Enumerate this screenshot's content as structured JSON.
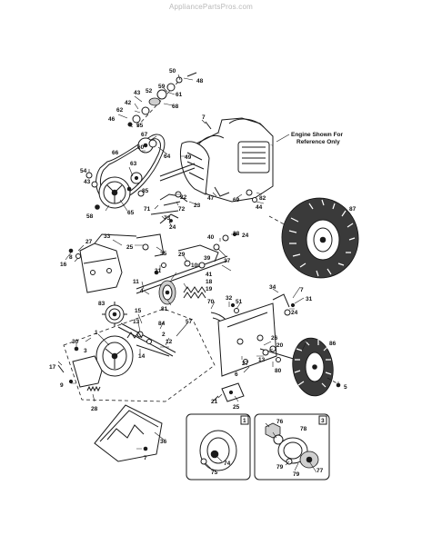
{
  "watermark": "AppliancePartsPros.com",
  "engine_note": [
    "Engine Shown For",
    "Reference Only"
  ],
  "inset_labels": [
    "1",
    "3"
  ],
  "callouts": [
    {
      "id": "c50",
      "label": "50"
    },
    {
      "id": "c48",
      "label": "48"
    },
    {
      "id": "c59",
      "label": "59"
    },
    {
      "id": "c61",
      "label": "61"
    },
    {
      "id": "c68",
      "label": "68"
    },
    {
      "id": "c43a",
      "label": "43"
    },
    {
      "id": "c52",
      "label": "52"
    },
    {
      "id": "c42",
      "label": "42"
    },
    {
      "id": "c62",
      "label": "62"
    },
    {
      "id": "c46",
      "label": "46"
    },
    {
      "id": "c55",
      "label": "55"
    },
    {
      "id": "c7a",
      "label": "7"
    },
    {
      "id": "c67",
      "label": "67"
    },
    {
      "id": "c60",
      "label": "60"
    },
    {
      "id": "c66",
      "label": "66"
    },
    {
      "id": "c64",
      "label": "64"
    },
    {
      "id": "c49",
      "label": "49"
    },
    {
      "id": "c54",
      "label": "54"
    },
    {
      "id": "c43b",
      "label": "43"
    },
    {
      "id": "c63",
      "label": "63"
    },
    {
      "id": "c85",
      "label": "85"
    },
    {
      "id": "c58",
      "label": "58"
    },
    {
      "id": "c65",
      "label": "65"
    },
    {
      "id": "c22",
      "label": "22"
    },
    {
      "id": "c47",
      "label": "47"
    },
    {
      "id": "c69",
      "label": "69"
    },
    {
      "id": "c82",
      "label": "82"
    },
    {
      "id": "c44",
      "label": "44"
    },
    {
      "id": "c71",
      "label": "71"
    },
    {
      "id": "c72",
      "label": "72"
    },
    {
      "id": "c23",
      "label": "23"
    },
    {
      "id": "c73",
      "label": "73"
    },
    {
      "id": "c24a",
      "label": "24"
    },
    {
      "id": "c87",
      "label": "87"
    },
    {
      "id": "c33",
      "label": "33"
    },
    {
      "id": "c27a",
      "label": "27"
    },
    {
      "id": "c25a",
      "label": "25"
    },
    {
      "id": "c35",
      "label": "35"
    },
    {
      "id": "c38",
      "label": "38"
    },
    {
      "id": "c24b",
      "label": "24"
    },
    {
      "id": "c40",
      "label": "40"
    },
    {
      "id": "c8",
      "label": "8"
    },
    {
      "id": "c16",
      "label": "16"
    },
    {
      "id": "c29",
      "label": "29"
    },
    {
      "id": "c10",
      "label": "10"
    },
    {
      "id": "c37",
      "label": "37"
    },
    {
      "id": "c39",
      "label": "39"
    },
    {
      "id": "c21",
      "label": "21"
    },
    {
      "id": "c41",
      "label": "41"
    },
    {
      "id": "c18",
      "label": "18"
    },
    {
      "id": "c19",
      "label": "19"
    },
    {
      "id": "c11",
      "label": "11"
    },
    {
      "id": "c4",
      "label": "4"
    },
    {
      "id": "c83",
      "label": "83"
    },
    {
      "id": "c81",
      "label": "81"
    },
    {
      "id": "c70",
      "label": "70"
    },
    {
      "id": "c32",
      "label": "32"
    },
    {
      "id": "c51",
      "label": "51"
    },
    {
      "id": "c34",
      "label": "34"
    },
    {
      "id": "c7b",
      "label": "7"
    },
    {
      "id": "c31",
      "label": "31"
    },
    {
      "id": "c24c",
      "label": "24"
    },
    {
      "id": "c15",
      "label": "15"
    },
    {
      "id": "c13a",
      "label": "13"
    },
    {
      "id": "c84",
      "label": "84"
    },
    {
      "id": "c57",
      "label": "57"
    },
    {
      "id": "c2",
      "label": "2"
    },
    {
      "id": "c12",
      "label": "12"
    },
    {
      "id": "c14",
      "label": "14"
    },
    {
      "id": "c30",
      "label": "30"
    },
    {
      "id": "c1",
      "label": "1"
    },
    {
      "id": "c3",
      "label": "3"
    },
    {
      "id": "c26",
      "label": "26"
    },
    {
      "id": "c20",
      "label": "20"
    },
    {
      "id": "c86",
      "label": "86"
    },
    {
      "id": "c13b",
      "label": "13"
    },
    {
      "id": "c80",
      "label": "80"
    },
    {
      "id": "c27b",
      "label": "27"
    },
    {
      "id": "c6",
      "label": "6"
    },
    {
      "id": "c17",
      "label": "17"
    },
    {
      "id": "c9",
      "label": "9"
    },
    {
      "id": "c5",
      "label": "5"
    },
    {
      "id": "c28",
      "label": "28"
    },
    {
      "id": "c21b",
      "label": "21"
    },
    {
      "id": "c25b",
      "label": "25"
    },
    {
      "id": "c36",
      "label": "36"
    },
    {
      "id": "c7c",
      "label": "7"
    },
    {
      "id": "c76",
      "label": "76"
    },
    {
      "id": "c78",
      "label": "78"
    },
    {
      "id": "c74",
      "label": "74"
    },
    {
      "id": "c75",
      "label": "75"
    },
    {
      "id": "c79a",
      "label": "79"
    },
    {
      "id": "c79b",
      "label": "79"
    },
    {
      "id": "c77",
      "label": "77"
    }
  ]
}
